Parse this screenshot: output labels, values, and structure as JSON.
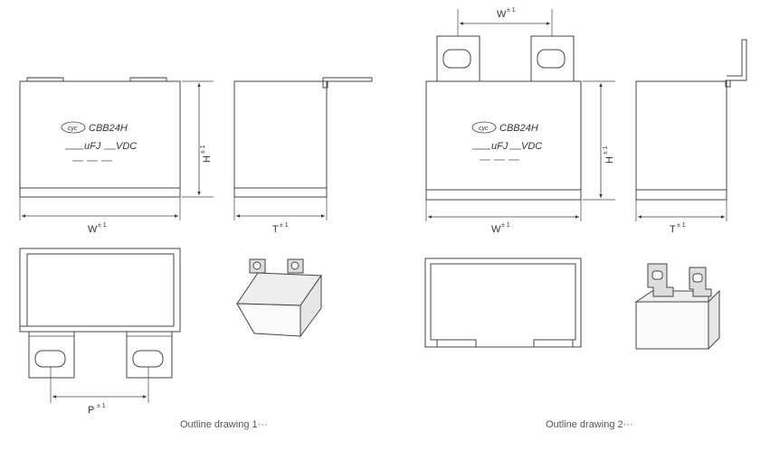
{
  "labels": {
    "width": "W",
    "height": "H",
    "thickness": "T",
    "pitch": "P",
    "tolerance": "± 1"
  },
  "marking": {
    "brand": "cyc",
    "model": "CBB24H",
    "rating": "uFJ",
    "voltage": "VDC"
  },
  "captions": {
    "drawing1": "Outline drawing 1···",
    "drawing2": "Outline drawing 2···"
  }
}
